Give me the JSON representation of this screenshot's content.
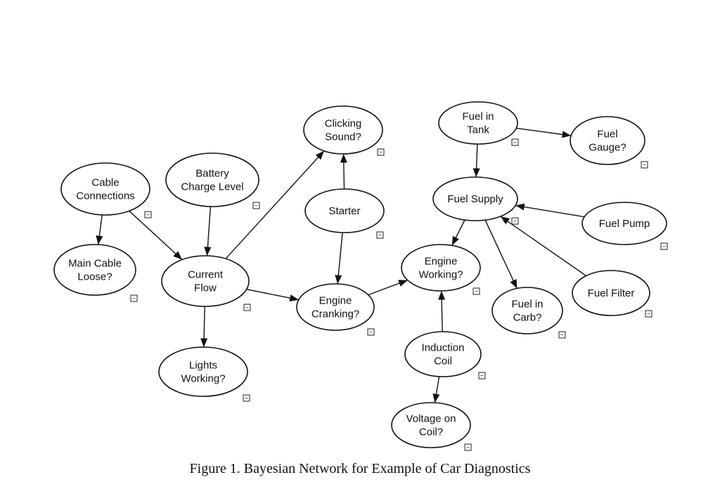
{
  "caption": "Figure 1. Bayesian Network for Example of Car Diagnostics",
  "nodes": [
    {
      "id": "cable-connections",
      "lines": [
        "Cable",
        "Connections"
      ]
    },
    {
      "id": "battery-charge-level",
      "lines": [
        "Battery",
        "Charge Level"
      ]
    },
    {
      "id": "clicking-sound",
      "lines": [
        "Clicking",
        "Sound?"
      ]
    },
    {
      "id": "starter",
      "lines": [
        "Starter"
      ]
    },
    {
      "id": "fuel-in-tank",
      "lines": [
        "Fuel in",
        "Tank"
      ]
    },
    {
      "id": "fuel-gauge",
      "lines": [
        "Fuel",
        "Gauge?"
      ]
    },
    {
      "id": "fuel-supply",
      "lines": [
        "Fuel Supply"
      ]
    },
    {
      "id": "fuel-pump",
      "lines": [
        "Fuel Pump"
      ]
    },
    {
      "id": "main-cable-loose",
      "lines": [
        "Main Cable",
        "Loose?"
      ]
    },
    {
      "id": "current-flow",
      "lines": [
        "Current",
        "Flow"
      ]
    },
    {
      "id": "engine-cranking",
      "lines": [
        "Engine",
        "Cranking?"
      ]
    },
    {
      "id": "engine-working",
      "lines": [
        "Engine",
        "Working?"
      ]
    },
    {
      "id": "fuel-in-carb",
      "lines": [
        "Fuel in",
        "Carb?"
      ]
    },
    {
      "id": "fuel-filter",
      "lines": [
        "Fuel Filter"
      ]
    },
    {
      "id": "lights-working",
      "lines": [
        "Lights",
        "Working?"
      ]
    },
    {
      "id": "induction-coil",
      "lines": [
        "Induction",
        "Coil"
      ]
    },
    {
      "id": "voltage-on-coil",
      "lines": [
        "Voltage on",
        "Coil?"
      ]
    }
  ],
  "edges": [
    [
      "cable-connections",
      "main-cable-loose"
    ],
    [
      "cable-connections",
      "current-flow"
    ],
    [
      "battery-charge-level",
      "current-flow"
    ],
    [
      "current-flow",
      "clicking-sound"
    ],
    [
      "current-flow",
      "lights-working"
    ],
    [
      "current-flow",
      "engine-cranking"
    ],
    [
      "starter",
      "clicking-sound"
    ],
    [
      "starter",
      "engine-cranking"
    ],
    [
      "engine-cranking",
      "engine-working"
    ],
    [
      "fuel-in-tank",
      "fuel-gauge"
    ],
    [
      "fuel-in-tank",
      "fuel-supply"
    ],
    [
      "fuel-pump",
      "fuel-supply"
    ],
    [
      "fuel-filter",
      "fuel-supply"
    ],
    [
      "fuel-supply",
      "engine-working"
    ],
    [
      "fuel-supply",
      "fuel-in-carb"
    ],
    [
      "induction-coil",
      "engine-working"
    ],
    [
      "induction-coil",
      "voltage-on-coil"
    ]
  ]
}
